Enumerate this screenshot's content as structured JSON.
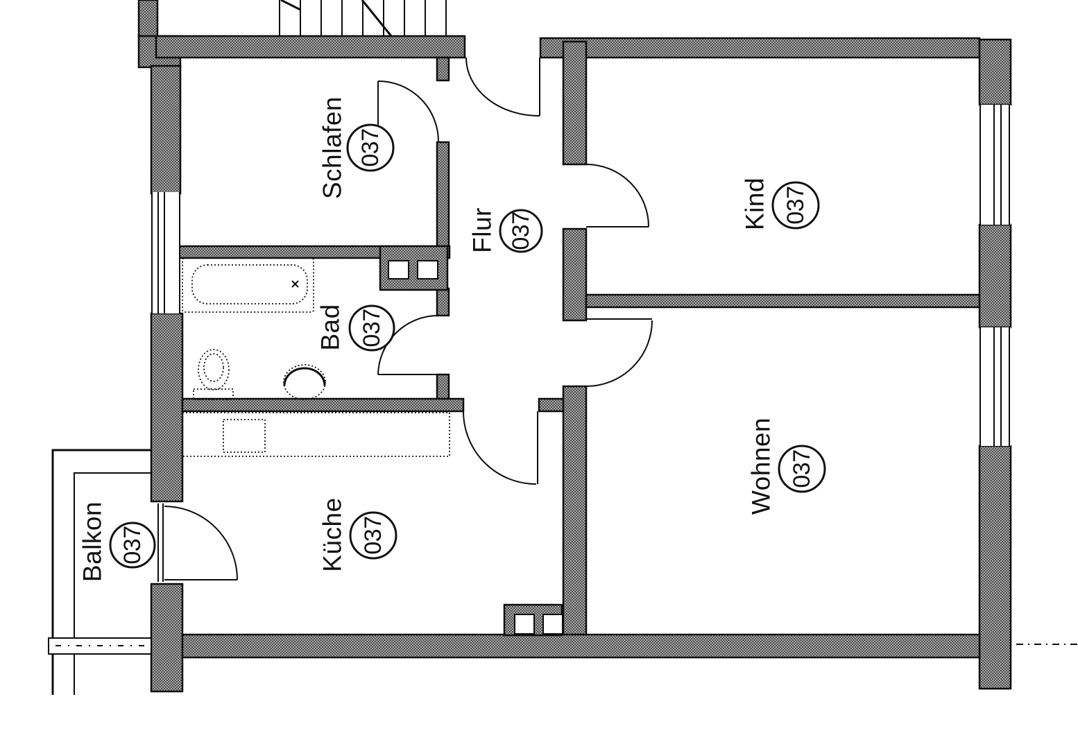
{
  "document": {
    "type": "floor-plan",
    "unit_number": "037"
  },
  "rooms": [
    {
      "name": "Schlafen",
      "number": "037"
    },
    {
      "name": "Flur",
      "number": "037"
    },
    {
      "name": "Bad",
      "number": "037"
    },
    {
      "name": "Kind",
      "number": "037"
    },
    {
      "name": "Küche",
      "number": "037"
    },
    {
      "name": "Wohnen",
      "number": "037"
    },
    {
      "name": "Balkon",
      "number": "037"
    }
  ],
  "colors": {
    "wall_hatch_dark": "#4d4d4d",
    "wall_hatch_light": "#a9a9a9",
    "line": "#0c0c0c",
    "background": "#ffffff"
  }
}
